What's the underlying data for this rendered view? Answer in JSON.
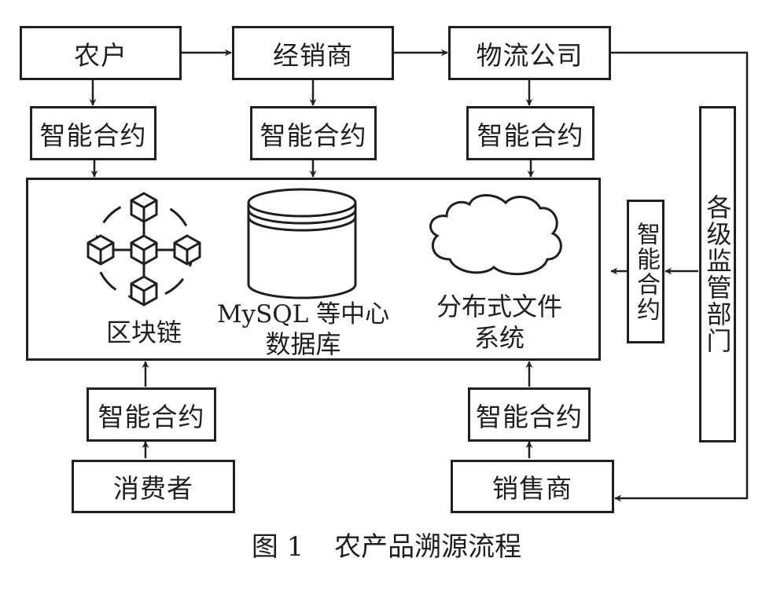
{
  "diagram": {
    "top_row": [
      {
        "id": "farmer",
        "label": "农户"
      },
      {
        "id": "distributor",
        "label": "经销商"
      },
      {
        "id": "logistics",
        "label": "物流公司"
      }
    ],
    "smart_contract_label": "智能合约",
    "core_system": {
      "blockchain_label": "区块链",
      "database_label_line1": "MySQL 等中心",
      "database_label_line2": "数据库",
      "dfs_label_line1": "分布式文件",
      "dfs_label_line2": "系统"
    },
    "regulator_label": "各级监管部门",
    "bottom_row": [
      {
        "id": "consumer",
        "label": "消费者"
      },
      {
        "id": "retailer",
        "label": "销售商"
      }
    ],
    "edges": [
      {
        "from": "农户",
        "to": "经销商"
      },
      {
        "from": "经销商",
        "to": "物流公司"
      },
      {
        "from": "物流公司",
        "to": "销售商",
        "via": "各级监管部门 side line"
      },
      {
        "from": "农户",
        "to": "智能合约"
      },
      {
        "from": "经销商",
        "to": "智能合约"
      },
      {
        "from": "物流公司",
        "to": "智能合约"
      },
      {
        "from": "智能合约",
        "to": "核心系统"
      },
      {
        "from": "各级监管部门",
        "to": "智能合约"
      },
      {
        "from": "消费者",
        "to": "智能合约"
      },
      {
        "from": "销售商",
        "to": "智能合约"
      }
    ]
  },
  "caption": {
    "figure_number": "图 1",
    "title": "农产品溯源流程"
  }
}
